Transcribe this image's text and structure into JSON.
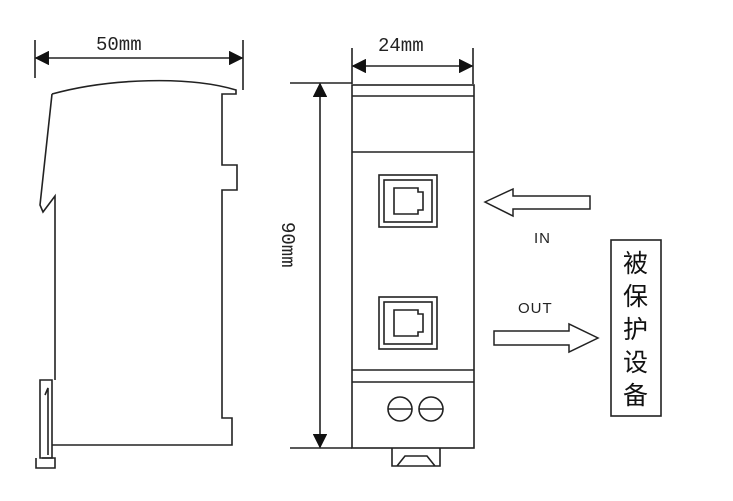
{
  "dimensions": {
    "width_side": "50mm",
    "width_front": "24mm",
    "height": "90mm"
  },
  "ports": {
    "in_label": "IN",
    "out_label": "OUT"
  },
  "protected_device": {
    "chars": [
      "被",
      "保",
      "护",
      "设",
      "备"
    ]
  }
}
